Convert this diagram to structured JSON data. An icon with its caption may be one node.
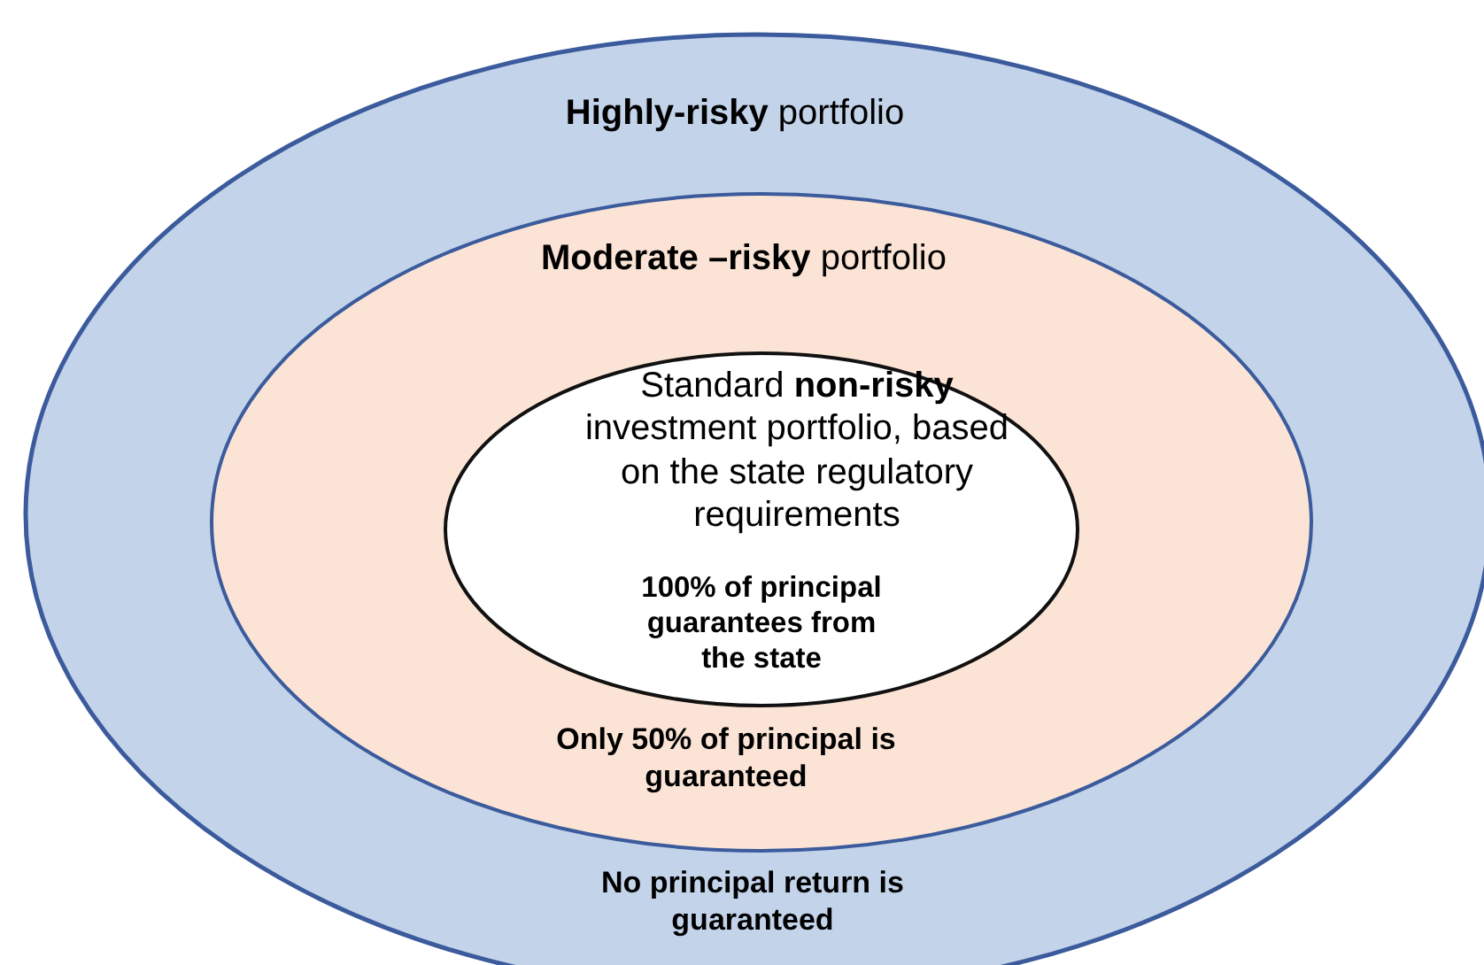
{
  "diagram": {
    "nodes": [
      {
        "text": [
          "**Highly-risky** portfolio",
          "No principal return is guaranteed"
        ]
      },
      {
        "text": [
          "**Moderate –risky** portfolio",
          "Only 50% of principal is guaranteed"
        ],
        "in": 0
      },
      {
        "text": [
          "Standard **non-risky** investment portfolio, based on the state regulatory requirements",
          "100% of principal guarantees from the state"
        ],
        "in": 1
      }
    ]
  }
}
